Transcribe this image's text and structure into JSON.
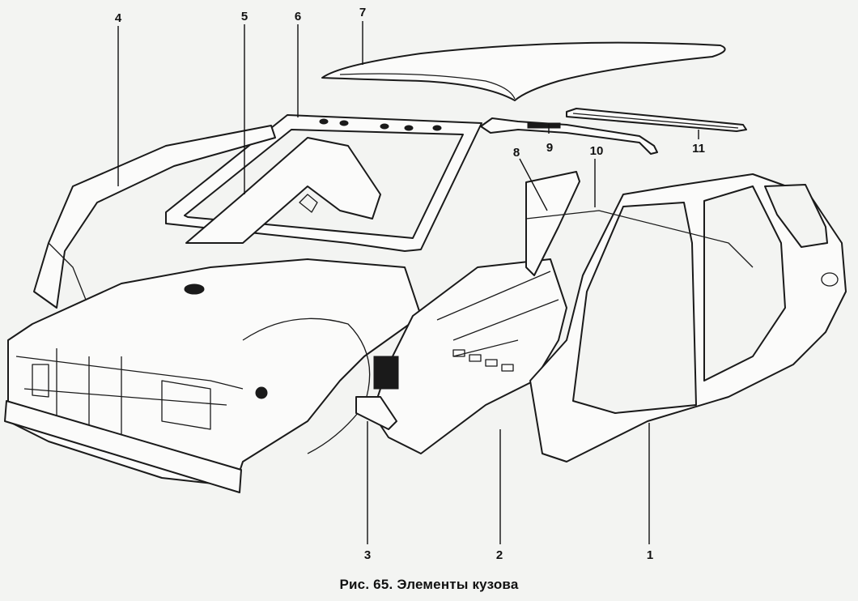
{
  "figure": {
    "caption": "Рис. 65. Элементы кузова",
    "callouts": [
      {
        "id": "1",
        "label": "1"
      },
      {
        "id": "2",
        "label": "2"
      },
      {
        "id": "3",
        "label": "3"
      },
      {
        "id": "4",
        "label": "4"
      },
      {
        "id": "5",
        "label": "5"
      },
      {
        "id": "6",
        "label": "6"
      },
      {
        "id": "7",
        "label": "7"
      },
      {
        "id": "8",
        "label": "8"
      },
      {
        "id": "9",
        "label": "9"
      },
      {
        "id": "10",
        "label": "10"
      },
      {
        "id": "11",
        "label": "11"
      }
    ]
  },
  "colors": {
    "background": "#f3f4f2",
    "ink": "#111111",
    "paper": "#fbfbfa"
  }
}
